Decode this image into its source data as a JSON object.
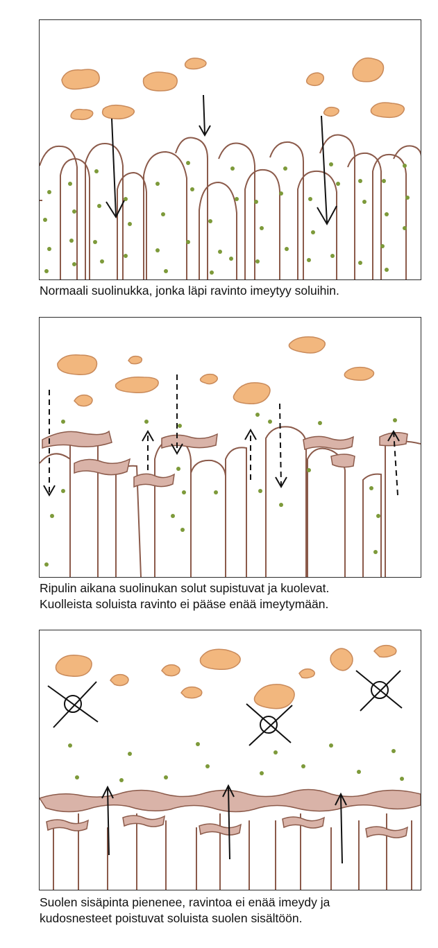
{
  "panels": [
    {
      "id": "normal",
      "caption_lines": [
        "Normaali suolinukka, jonka läpi ravinto imeytyy soluihin."
      ]
    },
    {
      "id": "diarrhea",
      "caption_lines": [
        "Ripulin aikana suolinukan solut supistuvat ja kuolevat.",
        "Kuolleista soluista ravinto ei pääse enää imeytymään."
      ]
    },
    {
      "id": "damaged",
      "caption_lines": [
        "Suolen sisäpinta pienenee, ravintoa ei enää imeydy ja",
        "kudosnesteet poistuvat soluista suolen sisältöön."
      ]
    }
  ],
  "colors": {
    "food": "#f2b77e",
    "food_stroke": "#c98a5a",
    "cell": "#8b5a4a",
    "nutrient": "#7d9a3a",
    "arrow": "#111111",
    "frame": "#2a2a2a"
  },
  "icons": [
    "food-particle-icon",
    "nutrient-dot-icon",
    "arrow-down-icon",
    "arrow-up-icon",
    "cross-mark-icon"
  ]
}
